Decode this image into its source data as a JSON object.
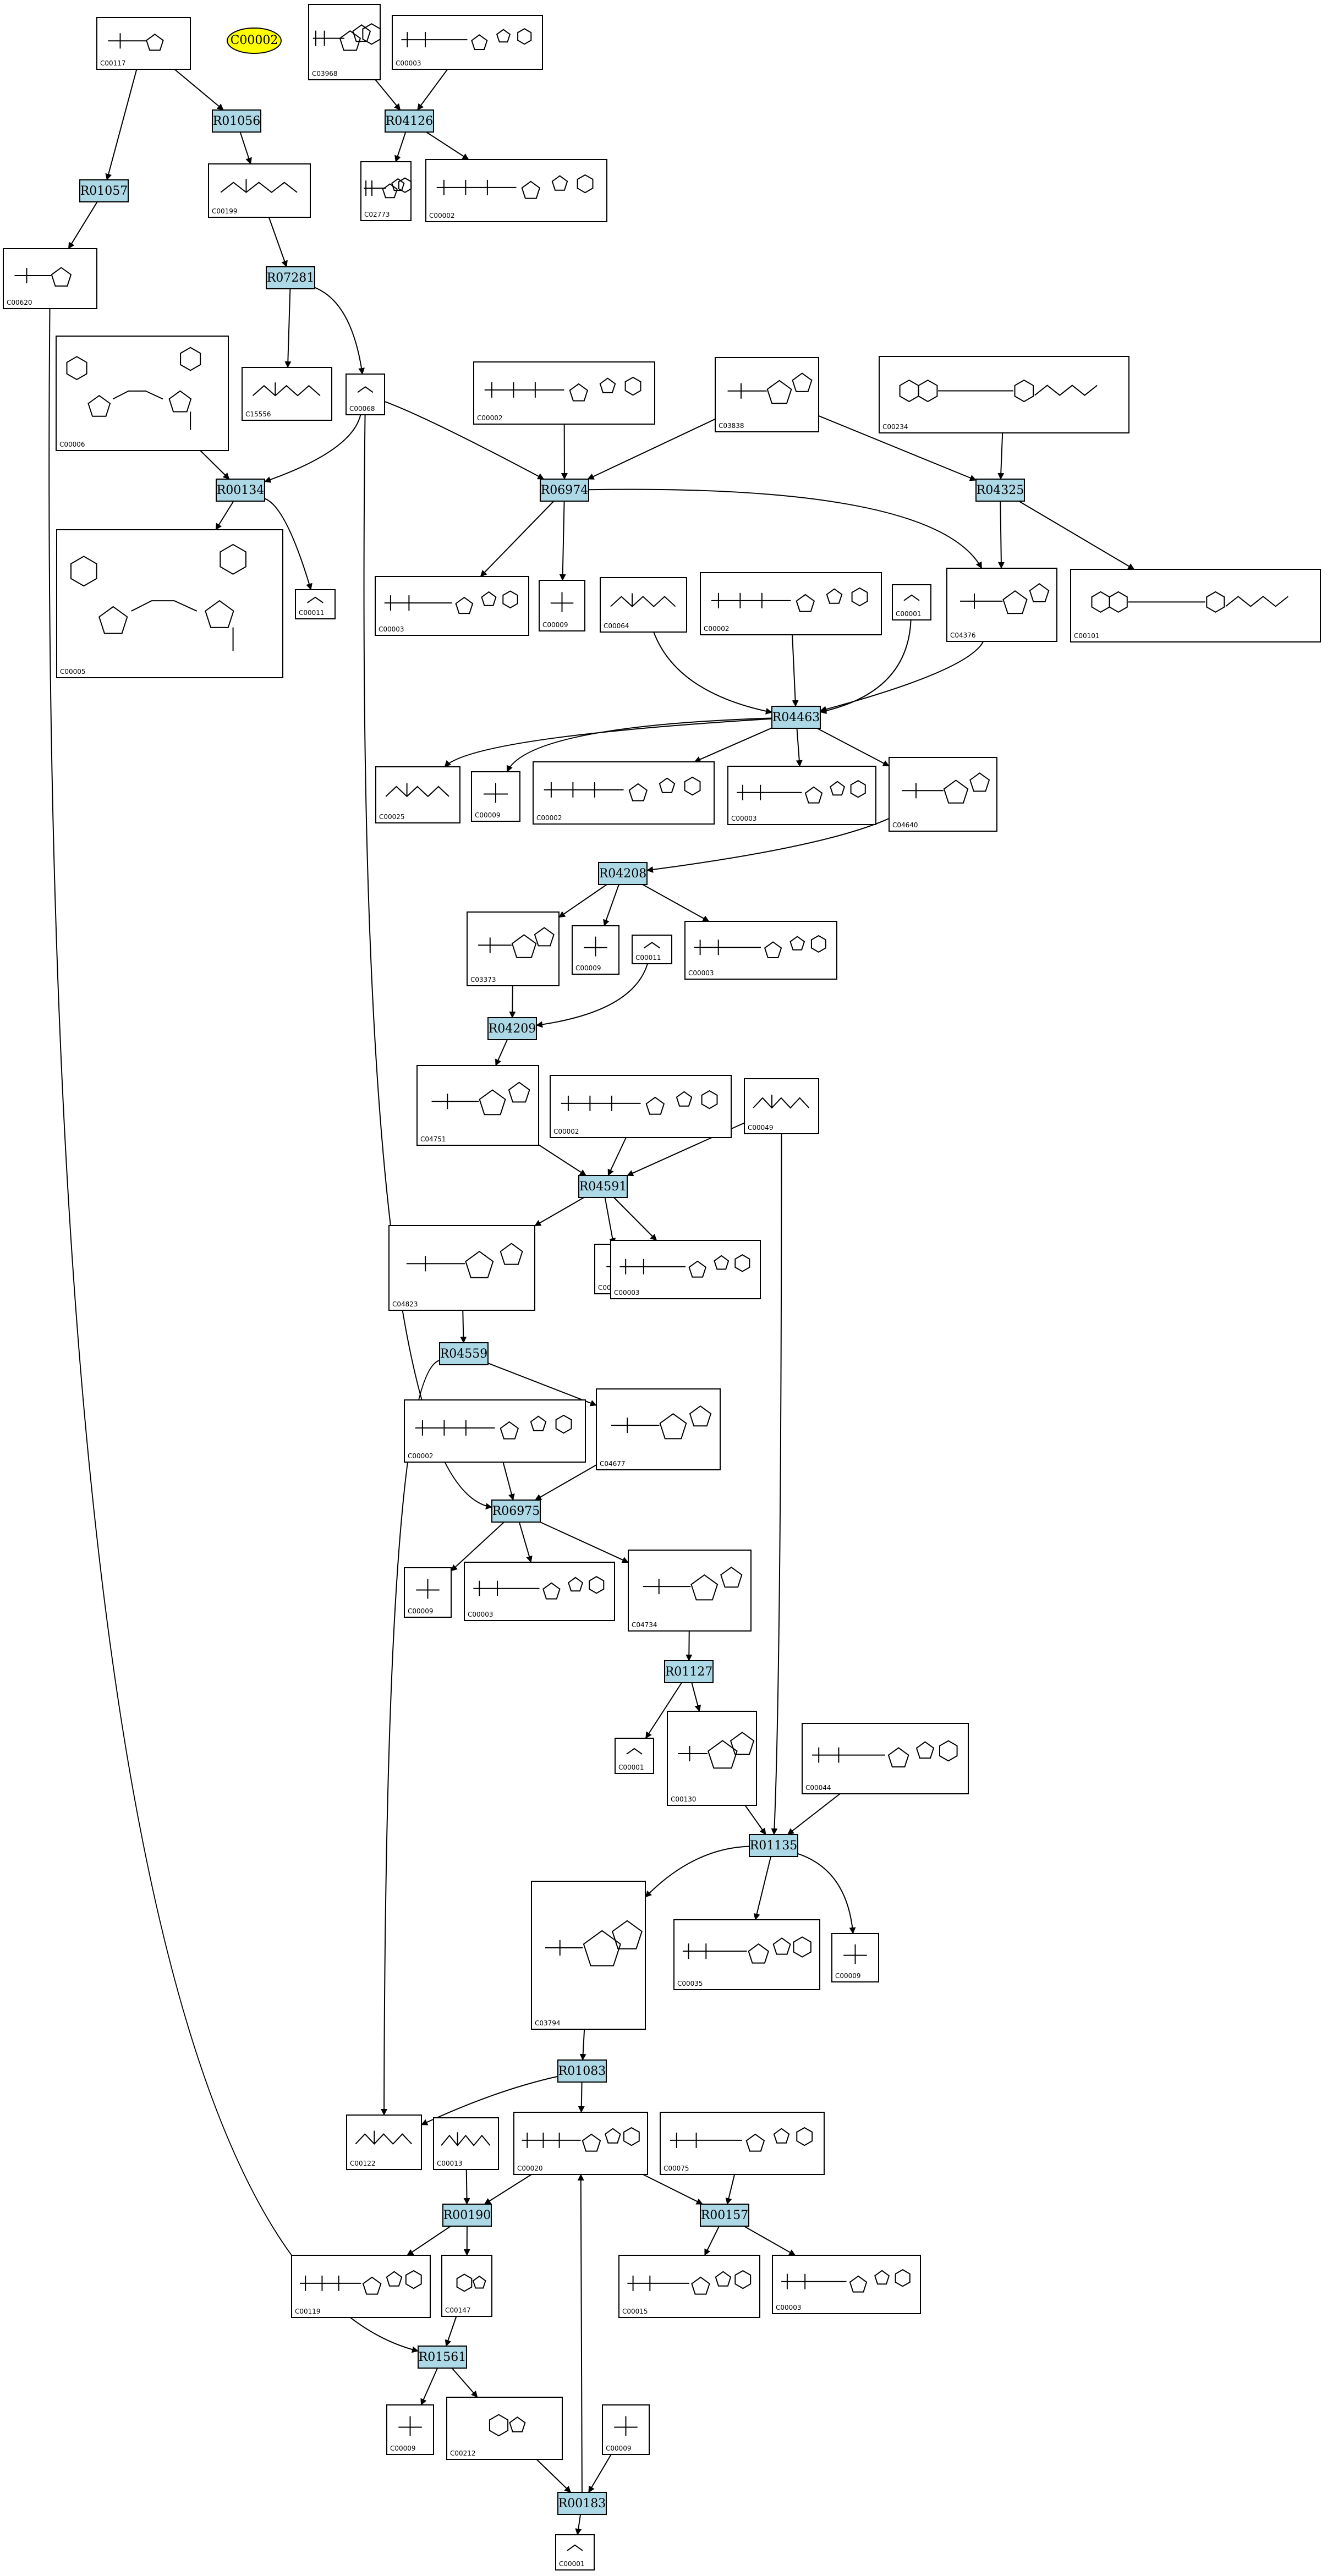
{
  "colors": {
    "reaction_fill": "#add8e6",
    "highlight_fill": "#ffff00",
    "edge": "#000000"
  },
  "highlight": {
    "label": "C00002"
  },
  "reactions": [
    {
      "id": "r01056",
      "label": "R01056"
    },
    {
      "id": "r01057",
      "label": "R01057"
    },
    {
      "id": "r04126",
      "label": "R04126"
    },
    {
      "id": "r07281",
      "label": "R07281"
    },
    {
      "id": "r00134",
      "label": "R00134"
    },
    {
      "id": "r06974",
      "label": "R06974"
    },
    {
      "id": "r04325",
      "label": "R04325"
    },
    {
      "id": "r04463",
      "label": "R04463"
    },
    {
      "id": "r04208",
      "label": "R04208"
    },
    {
      "id": "r04209",
      "label": "R04209"
    },
    {
      "id": "r04591",
      "label": "R04591"
    },
    {
      "id": "r04559",
      "label": "R04559"
    },
    {
      "id": "r06975",
      "label": "R06975"
    },
    {
      "id": "r01127",
      "label": "R01127"
    },
    {
      "id": "r01135",
      "label": "R01135"
    },
    {
      "id": "r01083",
      "label": "R01083"
    },
    {
      "id": "r00190",
      "label": "R00190"
    },
    {
      "id": "r00157",
      "label": "R00157"
    },
    {
      "id": "r01561",
      "label": "R01561"
    },
    {
      "id": "r00183",
      "label": "R00183"
    }
  ],
  "compounds": [
    {
      "id": "c00117",
      "label": "C00117",
      "mol": "ribose5p"
    },
    {
      "id": "c03968",
      "label": "C03968",
      "mol": "small"
    },
    {
      "id": "c00003top",
      "label": "C00003",
      "mol": "nucleotide"
    },
    {
      "id": "c00199",
      "label": "C00199",
      "mol": "chain"
    },
    {
      "id": "c02773",
      "label": "C02773",
      "mol": "small"
    },
    {
      "id": "c00002a",
      "label": "C00002",
      "mol": "atp"
    },
    {
      "id": "c00620",
      "label": "C00620",
      "mol": "ribose5p"
    },
    {
      "id": "c00006",
      "label": "C00006",
      "mol": "nadp"
    },
    {
      "id": "c15556",
      "label": "C15556",
      "mol": "chain"
    },
    {
      "id": "c00068",
      "label": "C00068",
      "mol": "tiny"
    },
    {
      "id": "c00002b",
      "label": "C00002",
      "mol": "atp"
    },
    {
      "id": "c03838",
      "label": "C03838",
      "mol": "ribosep"
    },
    {
      "id": "c00234",
      "label": "C00234",
      "mol": "folate"
    },
    {
      "id": "c00005",
      "label": "C00005",
      "mol": "nadp"
    },
    {
      "id": "c00011a",
      "label": "C00011",
      "mol": "tiny"
    },
    {
      "id": "c00003b",
      "label": "C00003",
      "mol": "nucleotide"
    },
    {
      "id": "c00009a",
      "label": "C00009",
      "mol": "phosphate"
    },
    {
      "id": "c00064",
      "label": "C00064",
      "mol": "chain"
    },
    {
      "id": "c00002c",
      "label": "C00002",
      "mol": "atp"
    },
    {
      "id": "c00001a",
      "label": "C00001",
      "mol": "tiny"
    },
    {
      "id": "c04376",
      "label": "C04376",
      "mol": "ribosep"
    },
    {
      "id": "c00101",
      "label": "C00101",
      "mol": "folate"
    },
    {
      "id": "c00025",
      "label": "C00025",
      "mol": "chain"
    },
    {
      "id": "c00009b",
      "label": "C00009",
      "mol": "phosphate"
    },
    {
      "id": "c00002d",
      "label": "C00002",
      "mol": "atp"
    },
    {
      "id": "c00003c",
      "label": "C00003",
      "mol": "nucleotide"
    },
    {
      "id": "c04640",
      "label": "C04640",
      "mol": "ribosep"
    },
    {
      "id": "c03373",
      "label": "C03373",
      "mol": "ribosep"
    },
    {
      "id": "c00009c",
      "label": "C00009",
      "mol": "phosphate"
    },
    {
      "id": "c00011b",
      "label": "C00011",
      "mol": "tiny"
    },
    {
      "id": "c00003d",
      "label": "C00003",
      "mol": "nucleotide"
    },
    {
      "id": "c04751",
      "label": "C04751",
      "mol": "ribosep"
    },
    {
      "id": "c00002e",
      "label": "C00002",
      "mol": "atp"
    },
    {
      "id": "c00049",
      "label": "C00049",
      "mol": "chain"
    },
    {
      "id": "c04823",
      "label": "C04823",
      "mol": "ribosep"
    },
    {
      "id": "c00009d",
      "label": "C00009",
      "mol": "phosphate"
    },
    {
      "id": "c00003e",
      "label": "C00003",
      "mol": "nucleotide"
    },
    {
      "id": "c00002f",
      "label": "C00002",
      "mol": "atp"
    },
    {
      "id": "c04677",
      "label": "C04677",
      "mol": "ribosep"
    },
    {
      "id": "c00009e",
      "label": "C00009",
      "mol": "phosphate"
    },
    {
      "id": "c00003f",
      "label": "C00003",
      "mol": "nucleotide"
    },
    {
      "id": "c04734",
      "label": "C04734",
      "mol": "ribosep"
    },
    {
      "id": "c00001b",
      "label": "C00001",
      "mol": "tiny"
    },
    {
      "id": "c00130",
      "label": "C00130",
      "mol": "ribosep"
    },
    {
      "id": "c00044",
      "label": "C00044",
      "mol": "nucleotide"
    },
    {
      "id": "c03794",
      "label": "C03794",
      "mol": "ribosep"
    },
    {
      "id": "c00035",
      "label": "C00035",
      "mol": "nucleotide"
    },
    {
      "id": "c00009f",
      "label": "C00009",
      "mol": "phosphate"
    },
    {
      "id": "c00122",
      "label": "C00122",
      "mol": "chain"
    },
    {
      "id": "c00013",
      "label": "C00013",
      "mol": "chain"
    },
    {
      "id": "c00020",
      "label": "C00020",
      "mol": "atp"
    },
    {
      "id": "c00075",
      "label": "C00075",
      "mol": "nucleotide"
    },
    {
      "id": "c00119",
      "label": "C00119",
      "mol": "atp"
    },
    {
      "id": "c00147",
      "label": "C00147",
      "mol": "base"
    },
    {
      "id": "c00015",
      "label": "C00015",
      "mol": "nucleotide"
    },
    {
      "id": "c00003g",
      "label": "C00003",
      "mol": "nucleotide"
    },
    {
      "id": "c00009g",
      "label": "C00009",
      "mol": "phosphate"
    },
    {
      "id": "c00212",
      "label": "C00212",
      "mol": "base"
    },
    {
      "id": "c00009h",
      "label": "C00009",
      "mol": "phosphate"
    },
    {
      "id": "c00001c",
      "label": "C00001",
      "mol": "tiny"
    }
  ]
}
